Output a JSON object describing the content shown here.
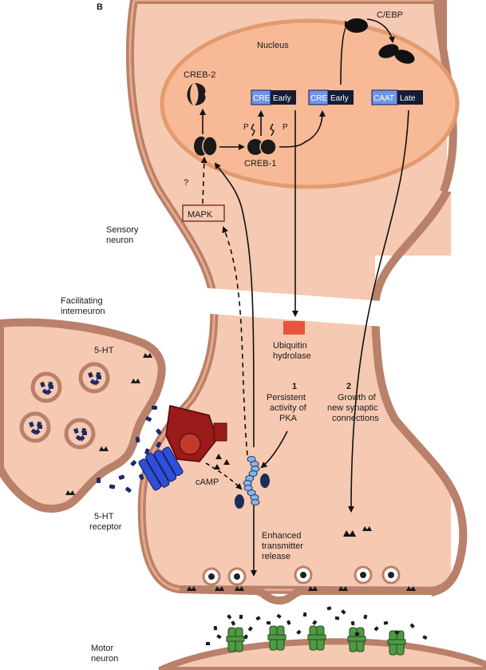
{
  "panel_letter": "B",
  "labels": {
    "nucleus": "Nucleus",
    "creb2": "CREB-2",
    "creb1": "CREB-1",
    "cebp": "C/EBP",
    "p1": "P",
    "p2": "P",
    "question": "?",
    "mapk": "MAPK",
    "sensory_1": "Sensory",
    "sensory_2": "neuron",
    "facilitating_1": "Facilitating",
    "facilitating_2": "interneuron",
    "five_ht": "5-HT",
    "receptor_1": "5-HT",
    "receptor_2": "receptor",
    "camp": "cAMP",
    "ubiquitin_1": "Ubiquitin",
    "ubiquitin_2": "hydrolase",
    "num1": "1",
    "pka_1": "Persistent",
    "pka_2": "activity of",
    "pka_3": "PKA",
    "num2": "2",
    "growth_1": "Growth of",
    "growth_2": "new synaptic",
    "growth_3": "connections",
    "enh_1": "Enhanced",
    "enh_2": "transmitter",
    "enh_3": "release",
    "motor_1": "Motor",
    "motor_2": "neuron"
  },
  "genes": [
    {
      "element": "CRE",
      "stage": "Early"
    },
    {
      "element": "CRE",
      "stage": "Early"
    },
    {
      "element": "CAAT",
      "stage": "Late"
    }
  ],
  "colors": {
    "cell_fill": "#f6c9b2",
    "cell_stroke": "#b9806a",
    "nucleus_fill": "#f7b996",
    "nucleus_stroke": "#e39a6e",
    "element_box": "#6f95e6",
    "stage_box": "#161c35",
    "receptor": "#2f4fd8",
    "channel": "#4f9a44",
    "enzyme": "#9b1a1a",
    "vesicle_content": "#1b2a6b",
    "ubiquitin_box": "#e8553f"
  }
}
